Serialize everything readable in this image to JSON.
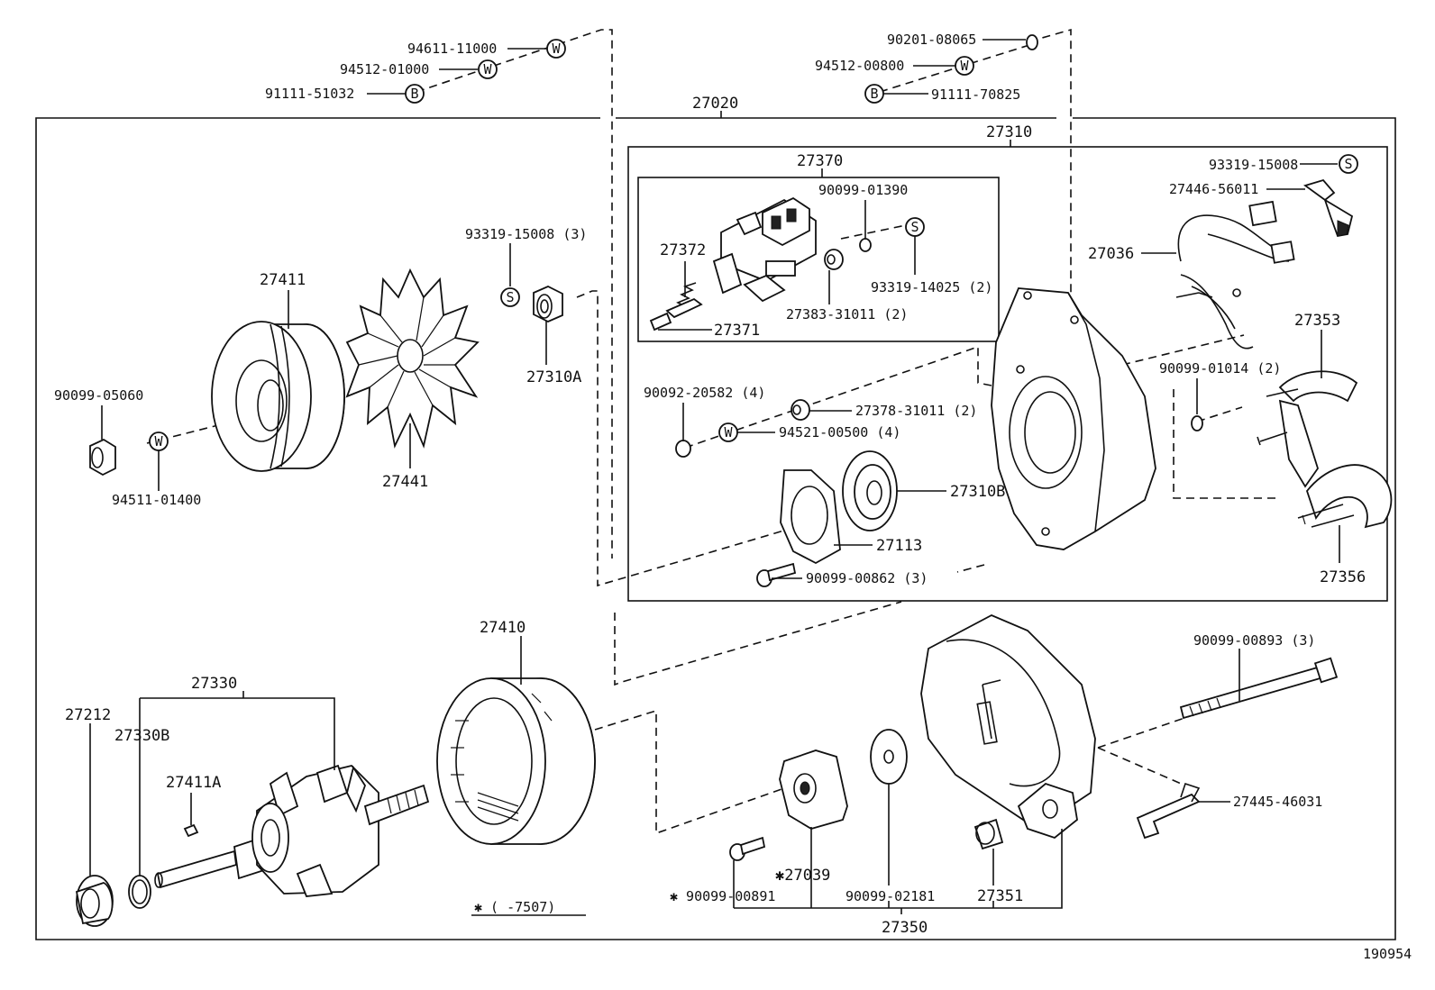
{
  "diagram_id": "190954",
  "note": "✱ (    -7507)",
  "callouts": [
    {
      "id": "c-94611-11000",
      "text": "94611-11000"
    },
    {
      "id": "c-94512-01000",
      "text": "94512-01000"
    },
    {
      "id": "c-91111-51032",
      "text": "91111-51032"
    },
    {
      "id": "c-90201-08065",
      "text": "90201-08065"
    },
    {
      "id": "c-94512-00800",
      "text": "94512-00800"
    },
    {
      "id": "c-91111-70825",
      "text": "91111-70825"
    },
    {
      "id": "c-27020",
      "text": "27020"
    },
    {
      "id": "c-27310",
      "text": "27310"
    },
    {
      "id": "c-27370",
      "text": "27370"
    },
    {
      "id": "c-90099-01390",
      "text": "90099-01390"
    },
    {
      "id": "c-27372",
      "text": "27372"
    },
    {
      "id": "c-93319-14025",
      "text": "93319-14025 (2)"
    },
    {
      "id": "c-27383-31011",
      "text": "27383-31011 (2)"
    },
    {
      "id": "c-27371",
      "text": "27371"
    },
    {
      "id": "c-93319-15008-a",
      "text": "93319-15008"
    },
    {
      "id": "c-27446-56011",
      "text": "27446-56011"
    },
    {
      "id": "c-27036",
      "text": "27036"
    },
    {
      "id": "c-27353",
      "text": "27353"
    },
    {
      "id": "c-90099-01014",
      "text": "90099-01014 (2)"
    },
    {
      "id": "c-27356",
      "text": "27356"
    },
    {
      "id": "c-27411",
      "text": "27411"
    },
    {
      "id": "c-93319-15008-b",
      "text": "93319-15008 (3)"
    },
    {
      "id": "c-27310A",
      "text": "27310A"
    },
    {
      "id": "c-90099-05060",
      "text": "90099-05060"
    },
    {
      "id": "c-94511-01400",
      "text": "94511-01400"
    },
    {
      "id": "c-27441",
      "text": "27441"
    },
    {
      "id": "c-90092-20582",
      "text": "90092-20582 (4)"
    },
    {
      "id": "c-27378-31011",
      "text": "27378-31011 (2)"
    },
    {
      "id": "c-94521-00500",
      "text": "94521-00500 (4)"
    },
    {
      "id": "c-27310B",
      "text": "27310B"
    },
    {
      "id": "c-27113",
      "text": "27113"
    },
    {
      "id": "c-90099-00862",
      "text": "90099-00862 (3)"
    },
    {
      "id": "c-27410",
      "text": "27410"
    },
    {
      "id": "c-27330",
      "text": "27330"
    },
    {
      "id": "c-27212",
      "text": "27212"
    },
    {
      "id": "c-27330B",
      "text": "27330B"
    },
    {
      "id": "c-27411A",
      "text": "27411A"
    },
    {
      "id": "c-90099-00893",
      "text": "90099-00893 (3)"
    },
    {
      "id": "c-27445-46031",
      "text": "27445-46031"
    },
    {
      "id": "c-27039",
      "text": "✱27039"
    },
    {
      "id": "c-90099-00891",
      "text": "✱ 90099-00891"
    },
    {
      "id": "c-90099-02181",
      "text": "90099-02181"
    },
    {
      "id": "c-27351",
      "text": "27351"
    },
    {
      "id": "c-27350",
      "text": "27350"
    }
  ],
  "markers": [
    {
      "id": "m-w1",
      "letter": "W"
    },
    {
      "id": "m-w2",
      "letter": "W"
    },
    {
      "id": "m-b1",
      "letter": "B"
    },
    {
      "id": "m-w3",
      "letter": "W"
    },
    {
      "id": "m-b2",
      "letter": "B"
    },
    {
      "id": "m-s1",
      "letter": "S"
    },
    {
      "id": "m-s2",
      "letter": "S"
    },
    {
      "id": "m-s3",
      "letter": "S"
    },
    {
      "id": "m-w4",
      "letter": "W"
    },
    {
      "id": "m-w5",
      "letter": "W"
    }
  ]
}
